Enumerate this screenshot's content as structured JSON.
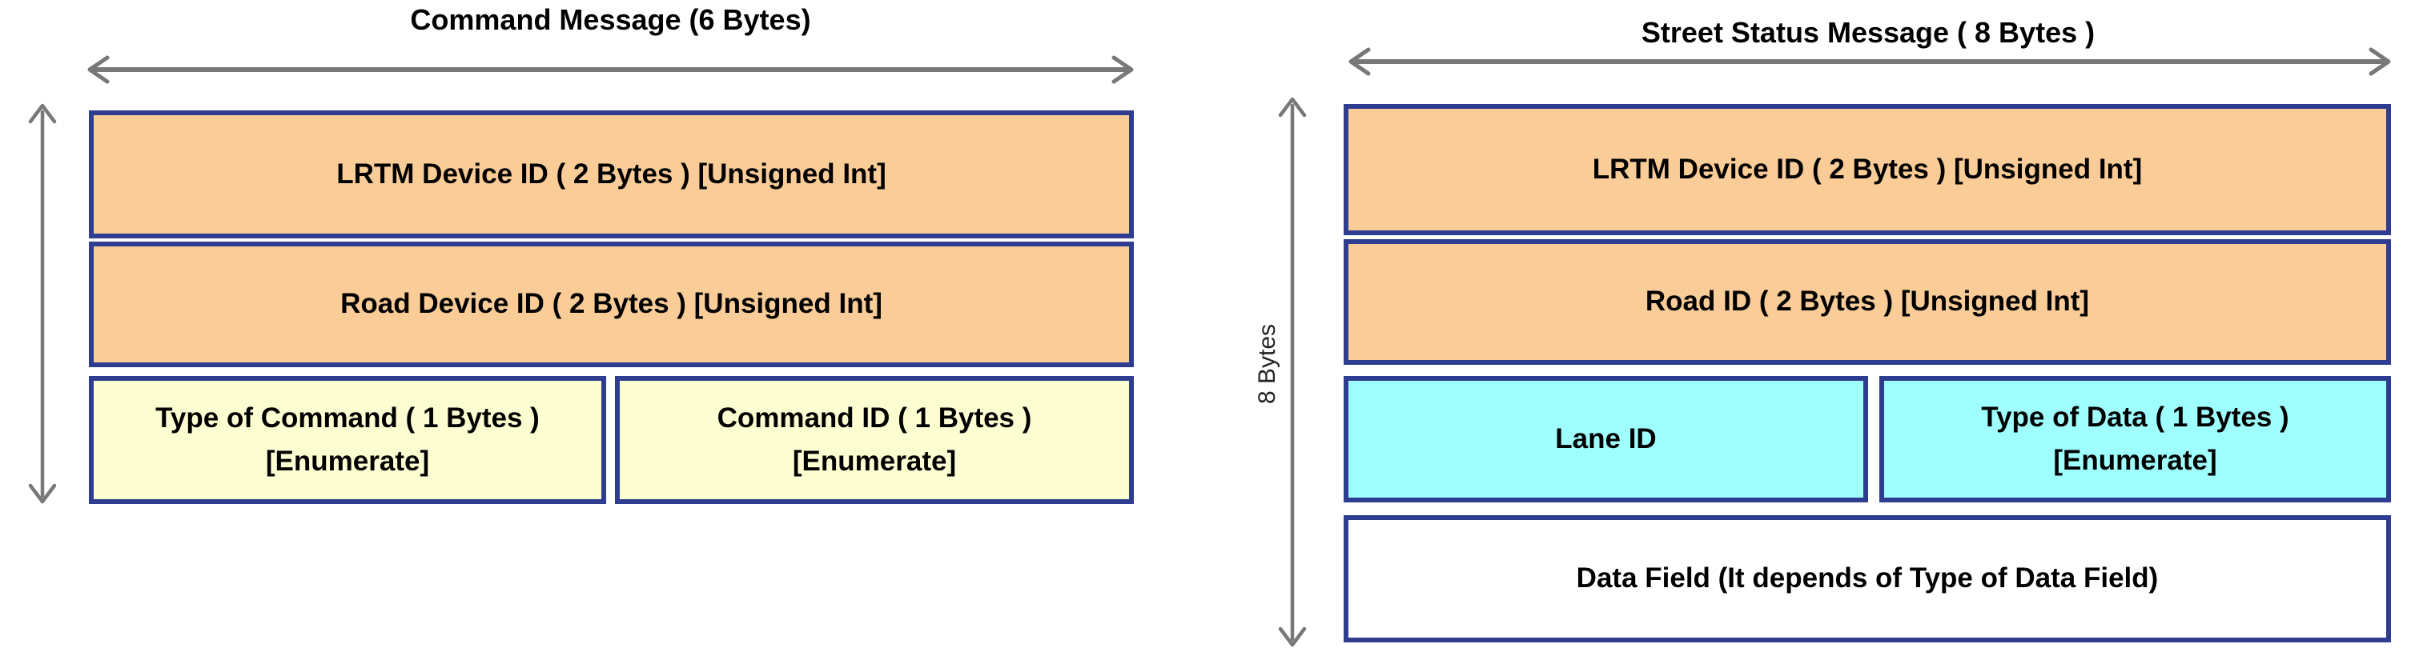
{
  "colors": {
    "orange": "#FACC98",
    "yellow": "#FDFDD2",
    "cyan": "#9FFEFE",
    "white": "#FFFFFF",
    "border": "#2E3D8F",
    "arrow": "#787878",
    "text": "#000000"
  },
  "diagrams": [
    {
      "title": "Command Message (6 Bytes)",
      "fields": [
        {
          "line1": "LRTM Device ID ( 2 Bytes ) [Unsigned Int]"
        },
        {
          "line1": "Road Device ID ( 2 Bytes ) [Unsigned Int]"
        },
        {
          "line1": "Type of Command ( 1 Bytes )",
          "line2": "[Enumerate]"
        },
        {
          "line1": "Command ID ( 1 Bytes )",
          "line2": "[Enumerate]"
        }
      ]
    },
    {
      "title": "Street Status Message ( 8 Bytes )",
      "side_label": "8 Bytes",
      "fields": [
        {
          "line1": "LRTM Device ID ( 2 Bytes ) [Unsigned Int]"
        },
        {
          "line1": "Road ID ( 2 Bytes ) [Unsigned Int]"
        },
        {
          "line1": "Lane ID"
        },
        {
          "line1": "Type of Data ( 1 Bytes )",
          "line2": "[Enumerate]"
        },
        {
          "line1": "Data Field (It depends of Type of Data Field)"
        }
      ]
    }
  ]
}
